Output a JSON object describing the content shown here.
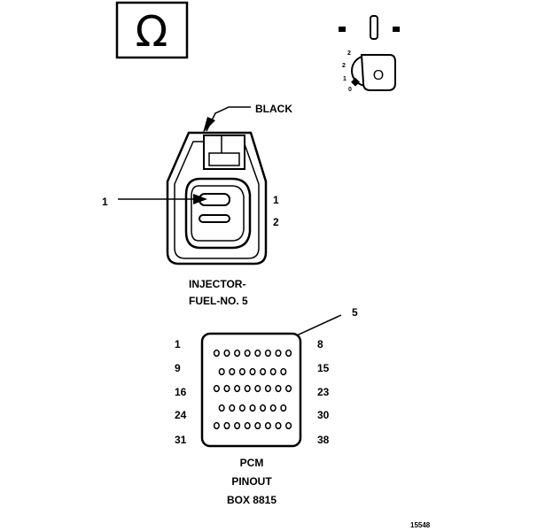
{
  "ohmmeter_symbol": "Ω",
  "ignition": {
    "positions": [
      "2",
      "2",
      "1",
      "0"
    ],
    "key_letter": "O",
    "icons": [
      "meter-lead-icon",
      "ignition-key-icon"
    ]
  },
  "connector": {
    "color_label": "BLACK",
    "terminals": [
      "1",
      "2"
    ],
    "callout": "1",
    "title_line1": "INJECTOR-",
    "title_line2": "FUEL-NO. 5"
  },
  "pcm": {
    "callout": "5",
    "row_labels_left": [
      "1",
      "9",
      "16",
      "24",
      "31"
    ],
    "row_labels_right": [
      "8",
      "15",
      "23",
      "30",
      "38"
    ],
    "row_pin_counts": [
      8,
      7,
      8,
      7,
      8
    ],
    "title_line1": "PCM",
    "title_line2": "PINOUT",
    "title_line3": "BOX 8815"
  },
  "figure_id": "15548"
}
